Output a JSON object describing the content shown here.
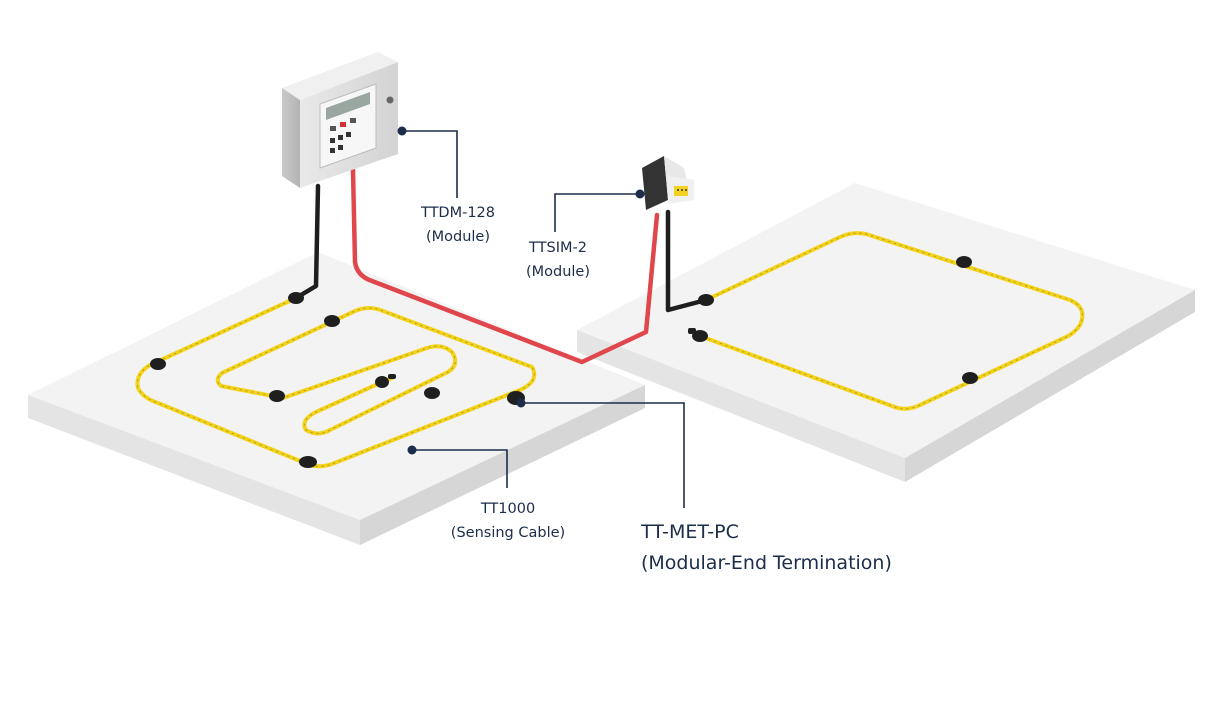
{
  "labels": {
    "ttdm": {
      "line1": "TTDM-128",
      "line2": "(Module)"
    },
    "ttsim": {
      "line1": "TTSIM-2",
      "line2": "(Module)"
    },
    "tt1000": {
      "line1": "TT1000",
      "line2": "(Sensing Cable)"
    },
    "ttmet": {
      "line1": "TT-MET-PC",
      "line2": "(Modular-End Termination)"
    }
  },
  "colors": {
    "slab_top": "#f3f3f3",
    "slab_side": "#dcdcdc",
    "sensing_cable": "#f2d21b",
    "leader_cable": "#e0474c",
    "black_cable": "#1e1e1e",
    "callout": "#1c2d4a"
  }
}
